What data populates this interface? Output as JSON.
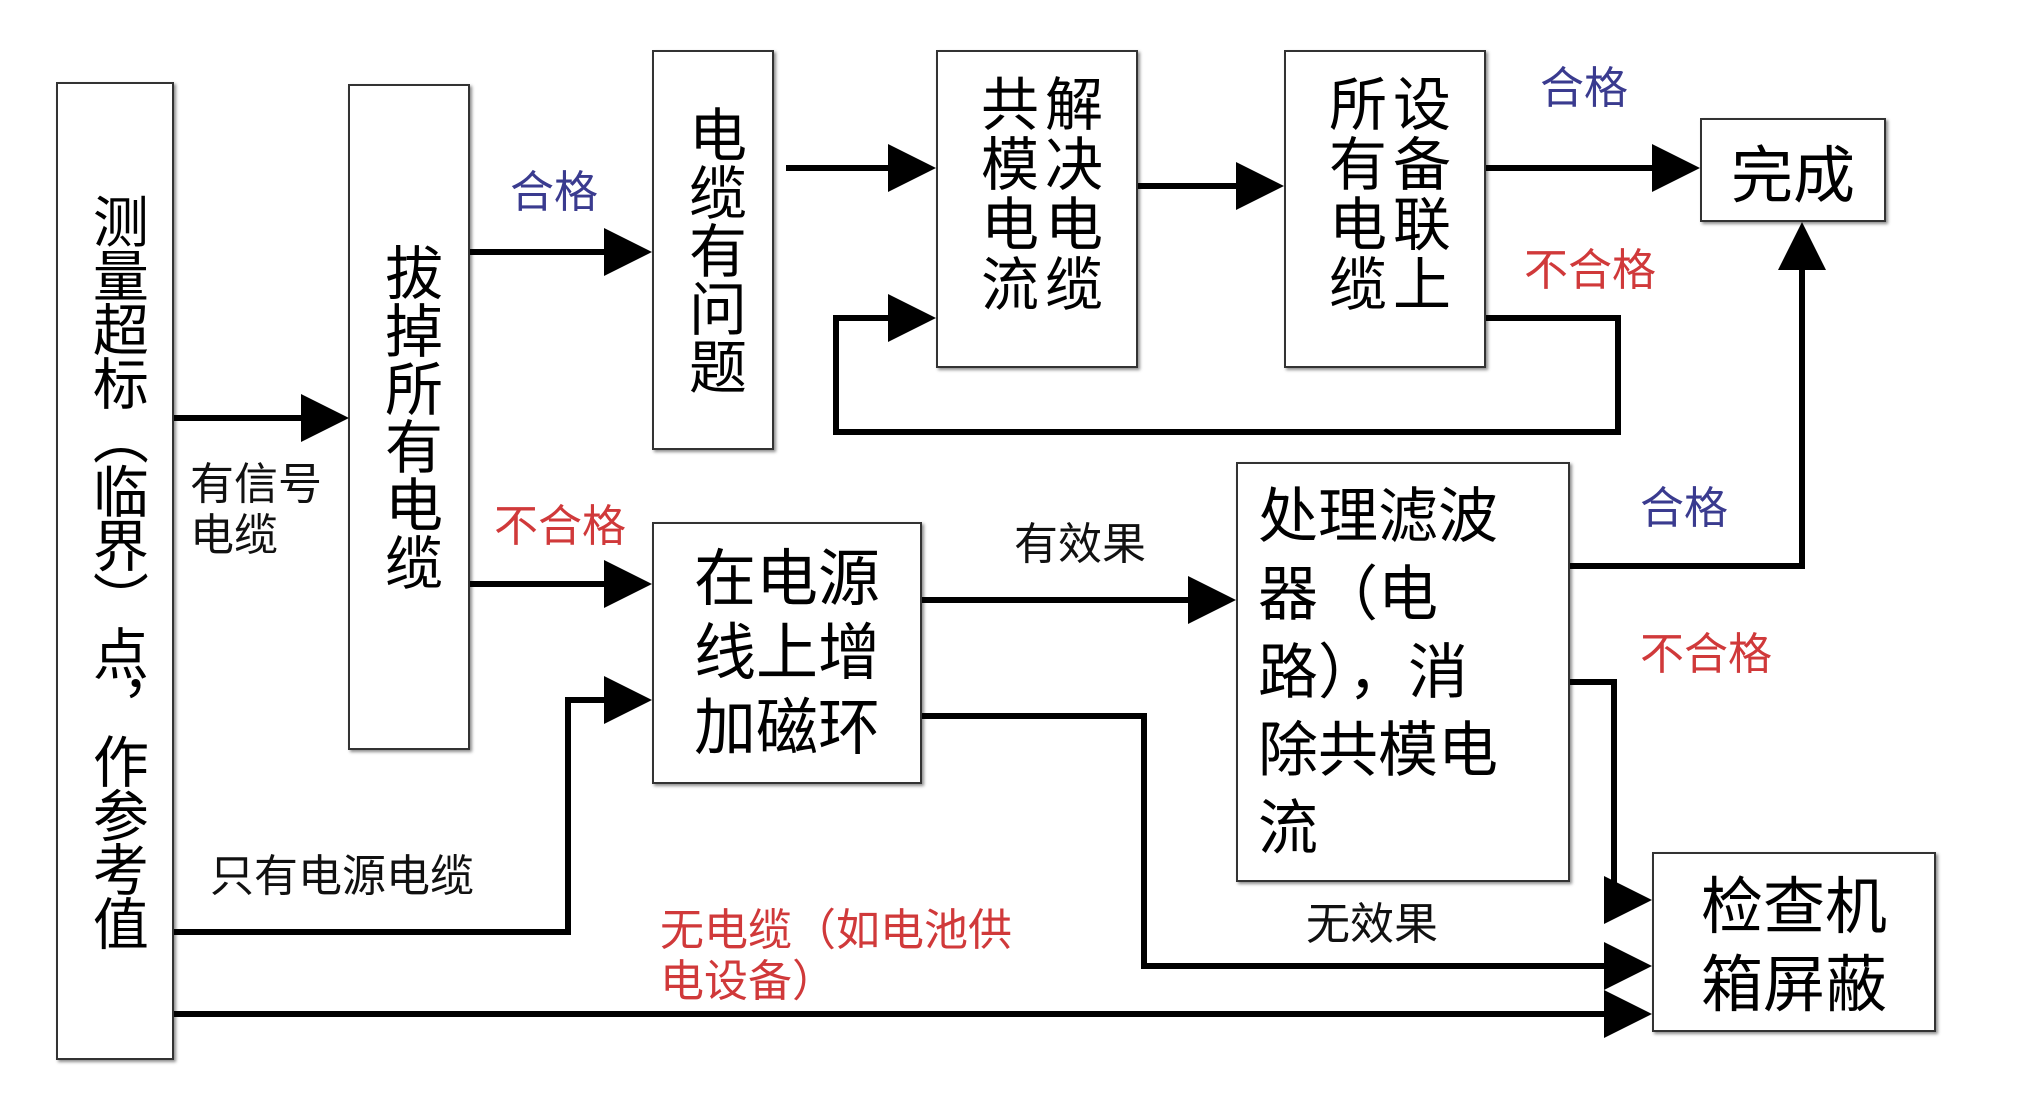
{
  "colors": {
    "pass": "#3a3b8f",
    "fail": "#d0393a",
    "line": "#000000"
  },
  "nodes": {
    "measure": "测量超标（临界）点，作参考值",
    "unplug": "拔掉所有电缆",
    "cable_problem": "电缆有问题",
    "solve_cm_cols": [
      "解决电缆",
      "共模电流"
    ],
    "connect_cols": [
      "设备联上",
      "所有电缆"
    ],
    "done": "完成",
    "add_ferrite_lines": [
      "在电源",
      "线上增",
      "加磁环"
    ],
    "filter_lines": [
      "处理滤波",
      "器（电",
      "路），消",
      "除共模电",
      "流"
    ],
    "check_shield_lines": [
      "检查机",
      "箱屏蔽"
    ]
  },
  "labels": {
    "has_signal_cable": [
      "有信号",
      "电缆"
    ],
    "unplug_pass": "合格",
    "unplug_fail": "不合格",
    "connect_pass": "合格",
    "connect_fail": "不合格",
    "effective": "有效果",
    "filter_pass": "合格",
    "filter_fail": "不合格",
    "power_cable_only": "只有电源电缆",
    "no_effect": "无效果",
    "no_cable": [
      "无电缆（如电池供",
      "电设备）"
    ]
  }
}
